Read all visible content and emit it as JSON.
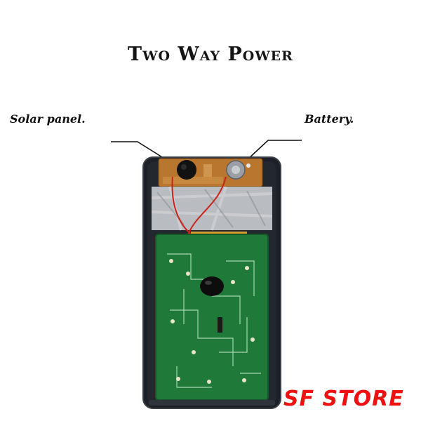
{
  "title": "Two Way Power",
  "callouts": {
    "solar_panel": "Solar panel.",
    "battery": "Battery."
  },
  "brand": "SF STORE",
  "colors": {
    "background": "#ffffff",
    "casing": "#1d2026",
    "pcb": "#1f7a3a",
    "top_board": "#b8762f",
    "foil": "#b9bcc0",
    "brand_text": "#ee1111"
  },
  "icons": {
    "device": "calculator-circuit-board-photo"
  }
}
